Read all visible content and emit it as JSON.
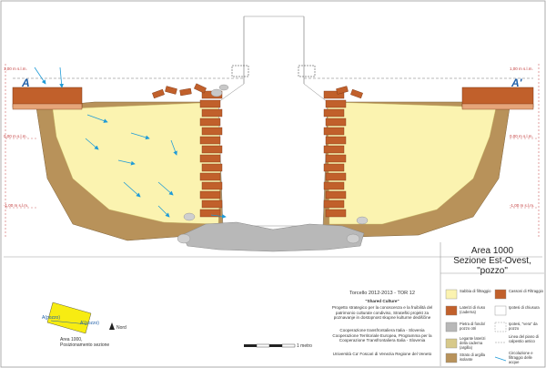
{
  "section_labels": {
    "left": "A",
    "right": "A'"
  },
  "elevations": {
    "left": [
      "1,00 m  s.l.m.",
      "0,00 m  s.l.m.",
      "-1,00 m  s.l.m."
    ],
    "right": [
      "1,00 m  s.l.m.",
      "0,00 m  s.l.m.",
      "-1,00 m  s.l.m."
    ]
  },
  "title_block": {
    "line1": "Area 1000",
    "line2": "Sezione Est-Ovest, \"pozzo\""
  },
  "project": {
    "title": "Torcello 2012-2013 - TOR 12",
    "subtitle": "\"Shared Culture\"",
    "description": "Progetto strategico per la conoscenza e la fruibilità del patrimonio culturale condiviso, Strateški projekt za poznavanje in dostopnost skupne kulturne dediščine",
    "program": "Cooperazione transfrontaliera Italia - Slovenia Cooperazione Territoriale Europea, Programma per la Cooperazione Transfrontaliera Italia - Slovenia",
    "university": "Università Ca' Foscari di Venezia Regione del Veneto"
  },
  "legend": [
    {
      "label": "Sabbia di filtraggio",
      "color": "#fbf3b0"
    },
    {
      "label": "Laterizi di riuso (caderna)",
      "color": "#c1602b"
    },
    {
      "label": "Pietra di fondo/ pozzo otri",
      "color": "#b8b8b8"
    },
    {
      "label": "Legante laterizi della caderna (argilla)",
      "color": "#d7c98a"
    },
    {
      "label": "Strato di argilla isolante",
      "color": "#b8925a"
    },
    {
      "label": "Cassoni di Filtraggio",
      "color": "#c1602b"
    },
    {
      "label": "Ipotesi di chiusura",
      "color": "#ffffff"
    },
    {
      "label": "Ipotesi, \"vera\" da pozzo",
      "color": "#ffffff"
    },
    {
      "label": "Linea del piano di calpestio antico",
      "color": "#ffffff"
    },
    {
      "label": "Circolazione e filtraggio delle acque",
      "color": "#ffffff"
    }
  ],
  "scale_bar": {
    "label": "1 metro"
  },
  "north": {
    "label": "Nord"
  },
  "keymap": {
    "a_label": "A(pozzo)",
    "b_label": "A'(pozzo)",
    "caption": "Area 1000, Posizionamento sezione"
  }
}
